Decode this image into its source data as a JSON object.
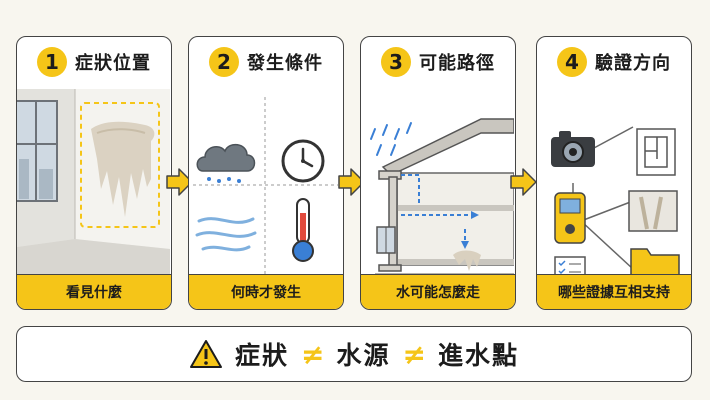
{
  "panels": [
    {
      "number": "1",
      "title": "症狀位置",
      "caption": "看見什麼"
    },
    {
      "number": "2",
      "title": "發生條件",
      "caption": "何時才發生"
    },
    {
      "number": "3",
      "title": "可能路徑",
      "caption": "水可能怎麼走"
    },
    {
      "number": "4",
      "title": "驗證方向",
      "caption": "哪些證據互相支持"
    }
  ],
  "banner": {
    "icon": "warning-icon",
    "terms": [
      "症狀",
      "水源",
      "進水點"
    ],
    "separator": "≠"
  },
  "icons": {
    "panel2": [
      "rain-cloud-icon",
      "clock-icon",
      "wind-icon",
      "thermometer-icon"
    ],
    "panel3": [
      "rain-icon",
      "gutter-downpipe-icon",
      "leak-path-icon"
    ],
    "panel4": [
      "camera-icon",
      "floor-plan-icon",
      "moisture-meter-icon",
      "wall-photo-icon",
      "checklist-icon",
      "folder-icon"
    ]
  },
  "colors": {
    "accent": "#f5c518",
    "water": "#3a7fd5",
    "stain": "#d9d0bf",
    "outline": "#444444"
  }
}
